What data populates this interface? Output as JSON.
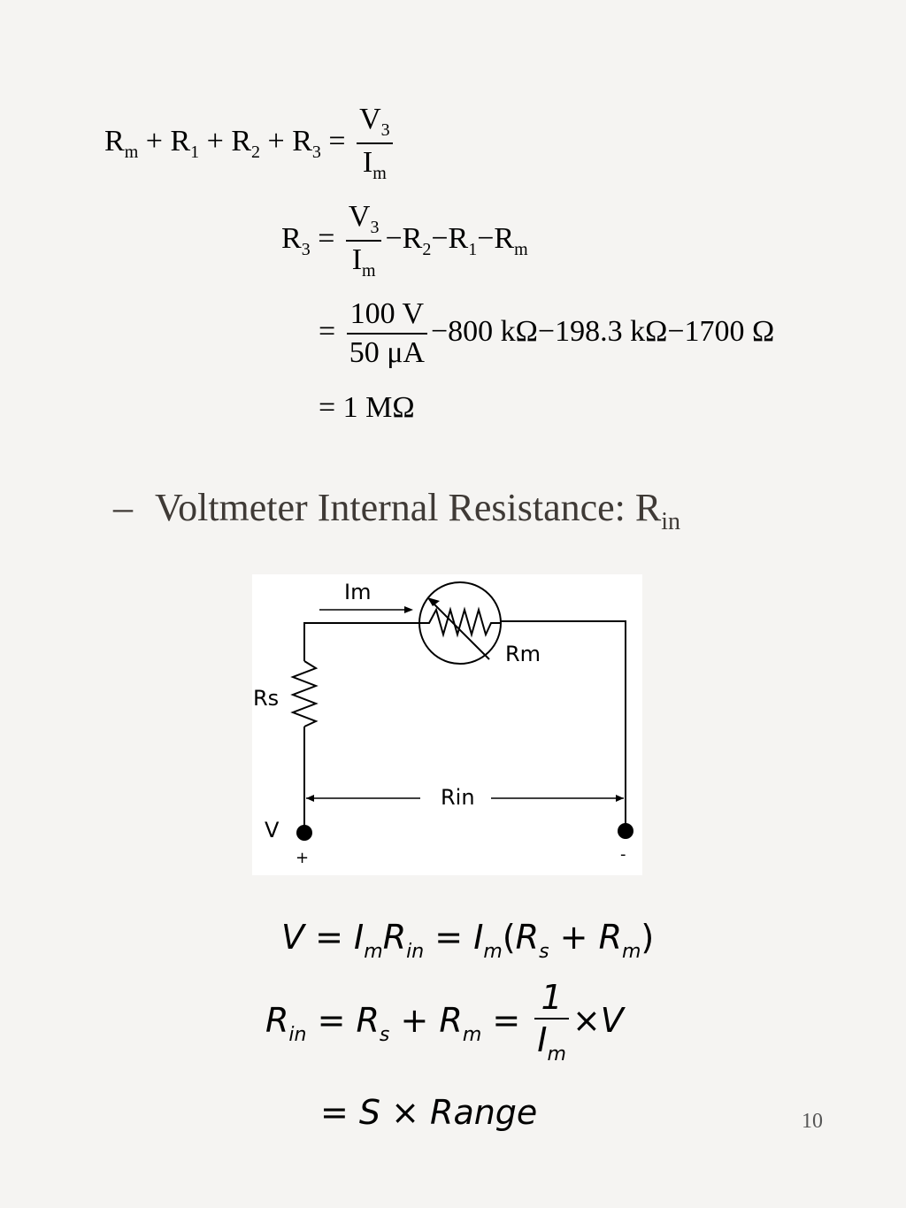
{
  "equations_top": {
    "line1": {
      "R": "R",
      "m": "m",
      "plus": "+",
      "one": "1",
      "two": "2",
      "three": "3",
      "eq": "=",
      "V": "V",
      "I": "I"
    },
    "line2": {
      "minus": "−"
    },
    "line3": {
      "num": "100 V",
      "den": "50 μA",
      "rest": "−800 kΩ−198.3 kΩ−1700 Ω"
    },
    "line4": {
      "text": "= 1 MΩ"
    }
  },
  "bullet": {
    "dash": "–",
    "text": "Voltmeter Internal Resistance: R",
    "sub": "in"
  },
  "circuit": {
    "label_im": "Im",
    "label_rm": "Rm",
    "label_rs": "Rs",
    "label_rin": "Rin",
    "label_v": "V",
    "label_plus": "+",
    "label_minus": "-"
  },
  "equations_bottom": {
    "line1": {
      "V": "V",
      "I": "I",
      "R": "R",
      "m": "m",
      "in": "in",
      "s": "s",
      "eq": "=",
      "plus": "+"
    },
    "line2": {
      "one": "1",
      "times": "×"
    },
    "line3": {
      "text": "= S × Range"
    }
  },
  "page_number": "10"
}
